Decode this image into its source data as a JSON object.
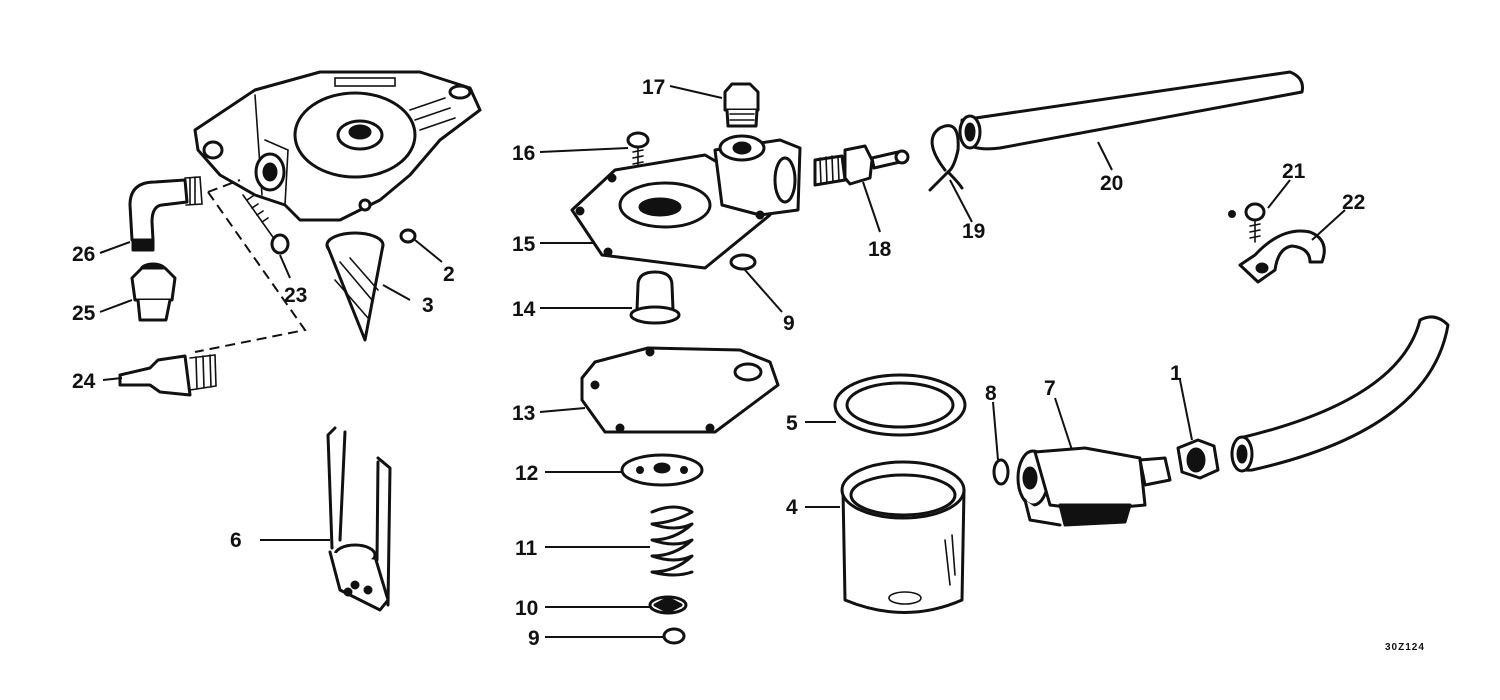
{
  "figure_code": "30Z124",
  "callouts": {
    "c1": "1",
    "c2": "2",
    "c3": "3",
    "c4": "4",
    "c5": "5",
    "c6": "6",
    "c7": "7",
    "c8": "8",
    "c9a": "9",
    "c9b": "9",
    "c10": "10",
    "c11": "11",
    "c12": "12",
    "c13": "13",
    "c14": "14",
    "c15": "15",
    "c16": "16",
    "c17": "17",
    "c18": "18",
    "c19": "19",
    "c20": "20",
    "c21": "21",
    "c22": "22",
    "c23": "23",
    "c24": "24",
    "c25": "25",
    "c26": "26"
  }
}
